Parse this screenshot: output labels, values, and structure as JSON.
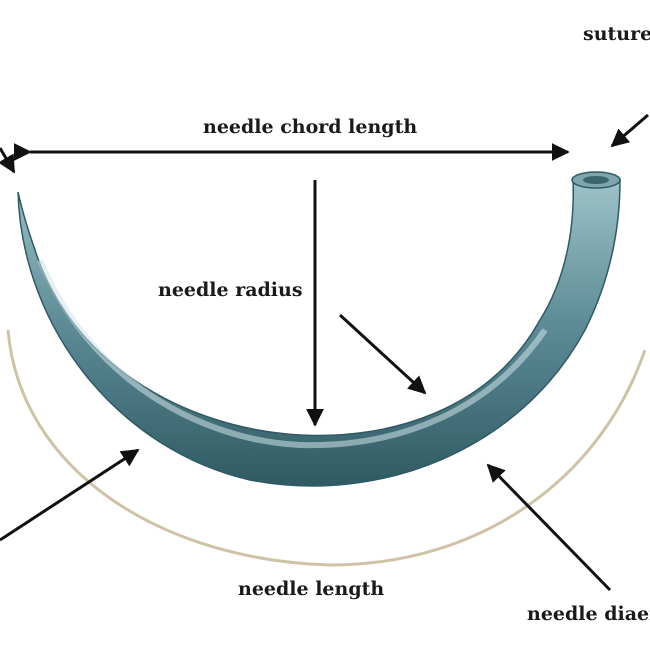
{
  "labels": {
    "suture": "suture",
    "chord_length": "needle chord length",
    "radius": "needle radius",
    "length": "needle length",
    "diameter": "needle diaer"
  },
  "colors": {
    "needle_body": "#5d8b95",
    "needle_shadow": "#2f5a64",
    "needle_highlight": "#cfe3e7",
    "length_arc": "#cfc3a6",
    "arrows": "#111111",
    "background": "#ffffff"
  }
}
